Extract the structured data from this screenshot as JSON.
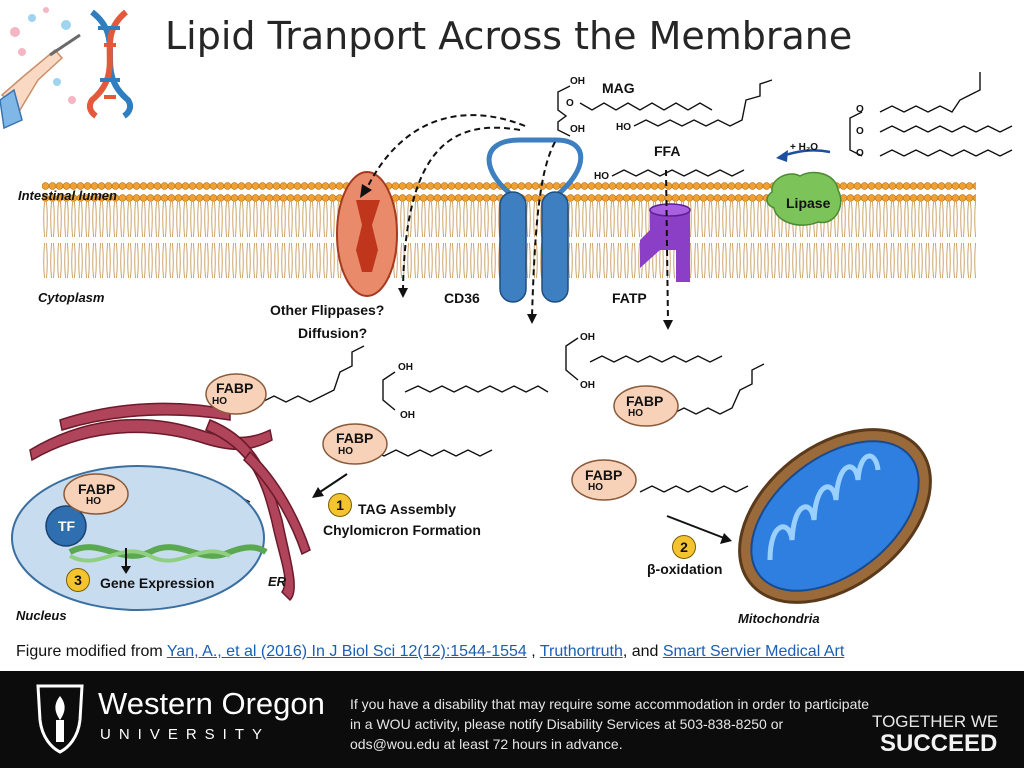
{
  "title": "Lipid Tranport Across the Membrane",
  "regions": {
    "lumen": "Intestinal lumen",
    "cytoplasm": "Cytoplasm",
    "nucleus": "Nucleus",
    "er": "ER",
    "mitochondria": "Mitochondria"
  },
  "proteins": {
    "mag": "MAG",
    "ffa": "FFA",
    "lipase": "Lipase",
    "h2o": "+ H₂O",
    "cd36": "CD36",
    "fatp": "FATP",
    "other_line1": "Other Flippases?",
    "other_line2": "Diffusion?",
    "fabp": "FABP",
    "tf": "TF"
  },
  "chem": {
    "oh": "OH",
    "ho": "HO",
    "o": "O"
  },
  "steps": [
    {
      "num": "1",
      "line1": "TAG Assembly",
      "line2": "Chylomicron Formation"
    },
    {
      "num": "2",
      "line1": "β-oxidation"
    },
    {
      "num": "3",
      "line1": "Gene Expression"
    }
  ],
  "caption": {
    "prefix": "Figure modified from ",
    "link1": "Yan, A., et al (2016) In J Biol Sci 12(12):1544-1554",
    "sep1": " , ",
    "link2": "Truthortruth",
    "sep2": ", and ",
    "link3": "Smart Servier Medical Art"
  },
  "footer": {
    "org_name": "Western Oregon",
    "org_sub": "UNIVERSITY",
    "notice": "If you have a disability that may require some accommodation in order to participate in a WOU activity, please notify Disability Services at 503-838-8250 or ods@wou.edu at least 72 hours in advance.",
    "slogan1": "TOGETHER WE",
    "slogan2": "SUCCEED"
  },
  "colors": {
    "membrane_head": "#f0a030",
    "cd36": "#3d7fc0",
    "fatp": "#8b3fc6",
    "lipase": "#7cc35a",
    "fabp": "#f7d2b8",
    "er": "#b0445a",
    "nucleus": "#c8dcf0",
    "tf": "#2f6fb0",
    "mito_outer": "#7a4a2a",
    "mito_inner": "#2f7fe0",
    "badge": "#f4c430",
    "footer_bg": "#0c0c0c"
  }
}
